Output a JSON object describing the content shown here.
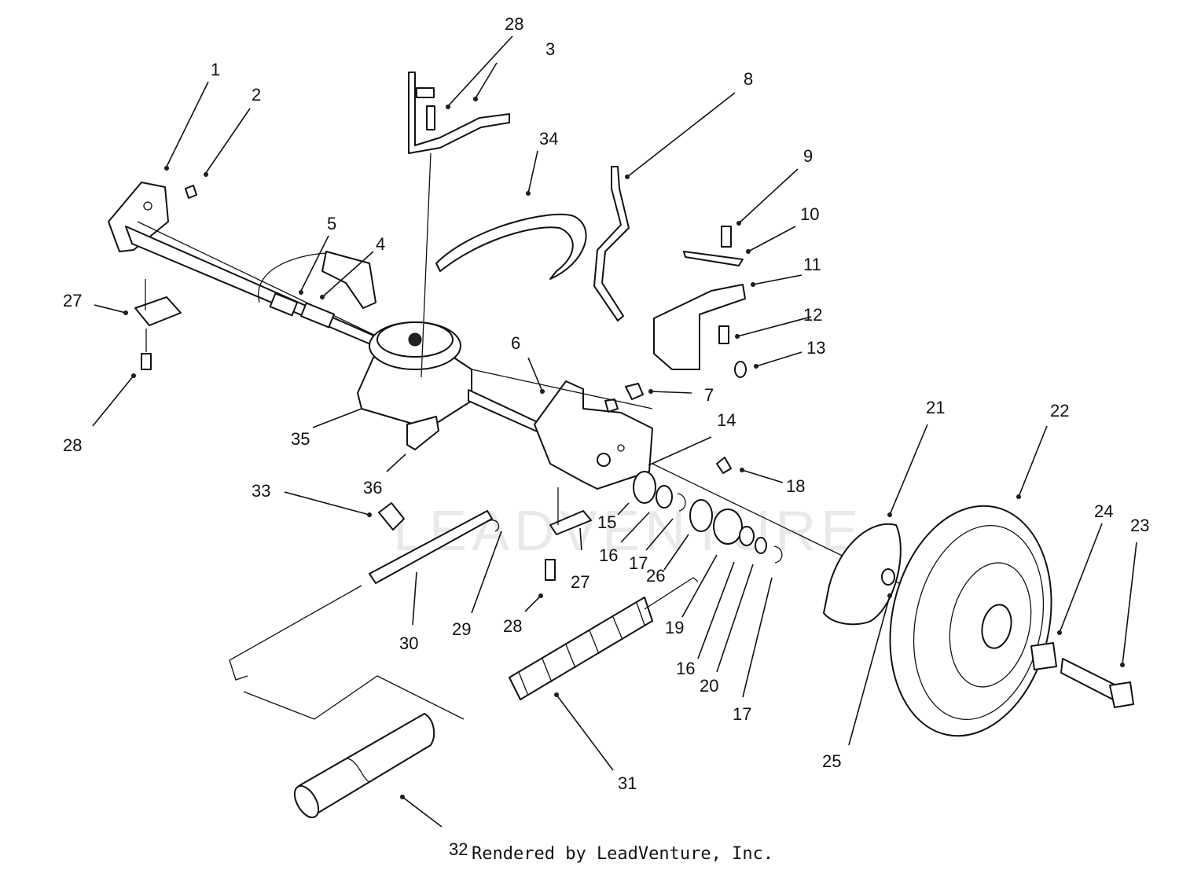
{
  "diagram": {
    "callouts": [
      "1",
      "2",
      "3",
      "4",
      "5",
      "6",
      "7",
      "8",
      "9",
      "10",
      "11",
      "12",
      "13",
      "14",
      "15",
      "16",
      "16",
      "17",
      "17",
      "18",
      "19",
      "20",
      "21",
      "22",
      "23",
      "24",
      "25",
      "26",
      "27",
      "27",
      "28",
      "28",
      "28",
      "29",
      "30",
      "31",
      "32",
      "33",
      "34",
      "35",
      "36"
    ]
  },
  "watermark": "LEADVENTURE",
  "footer": {
    "credit": "Rendered by LeadVenture, Inc."
  }
}
